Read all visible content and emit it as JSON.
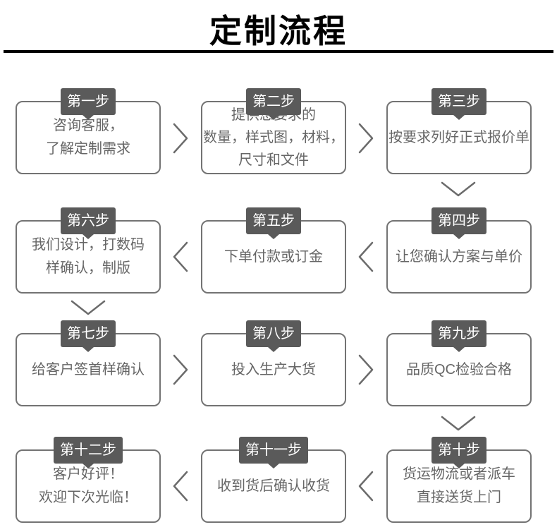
{
  "page": {
    "title": "定制流程",
    "colors": {
      "title_text": "#000000",
      "divider": "#000000",
      "tag_bg": "#5a5a5a",
      "tag_text": "#ffffff",
      "box_border": "#737373",
      "box_text": "#666666",
      "arrow": "#6b6b6b"
    }
  },
  "steps": [
    {
      "tag": "第一步",
      "lines": [
        "咨询客服，",
        "了解定制需求"
      ]
    },
    {
      "tag": "第二步",
      "lines": [
        "提供您要求的",
        "数量，样式图，材料，",
        "尺寸和文件"
      ]
    },
    {
      "tag": "第三步",
      "lines": [
        "按要求列好正式报价单"
      ]
    },
    {
      "tag": "第四步",
      "lines": [
        "让您确认方案与单价"
      ]
    },
    {
      "tag": "第五步",
      "lines": [
        "下单付款或订金"
      ]
    },
    {
      "tag": "第六步",
      "lines": [
        "我们设计，打数码",
        "样确认，制版"
      ]
    },
    {
      "tag": "第七步",
      "lines": [
        "给客户签首样确认"
      ]
    },
    {
      "tag": "第八步",
      "lines": [
        "投入生产大货"
      ]
    },
    {
      "tag": "第九步",
      "lines": [
        "品质QC检验合格"
      ]
    },
    {
      "tag": "第十步",
      "lines": [
        "货运物流或者派车",
        "直接送货上门"
      ]
    },
    {
      "tag": "第十一步",
      "lines": [
        "收到货后确认收货"
      ]
    },
    {
      "tag": "第十二步",
      "lines": [
        "客户好评！",
        "欢迎下次光临！"
      ]
    }
  ]
}
